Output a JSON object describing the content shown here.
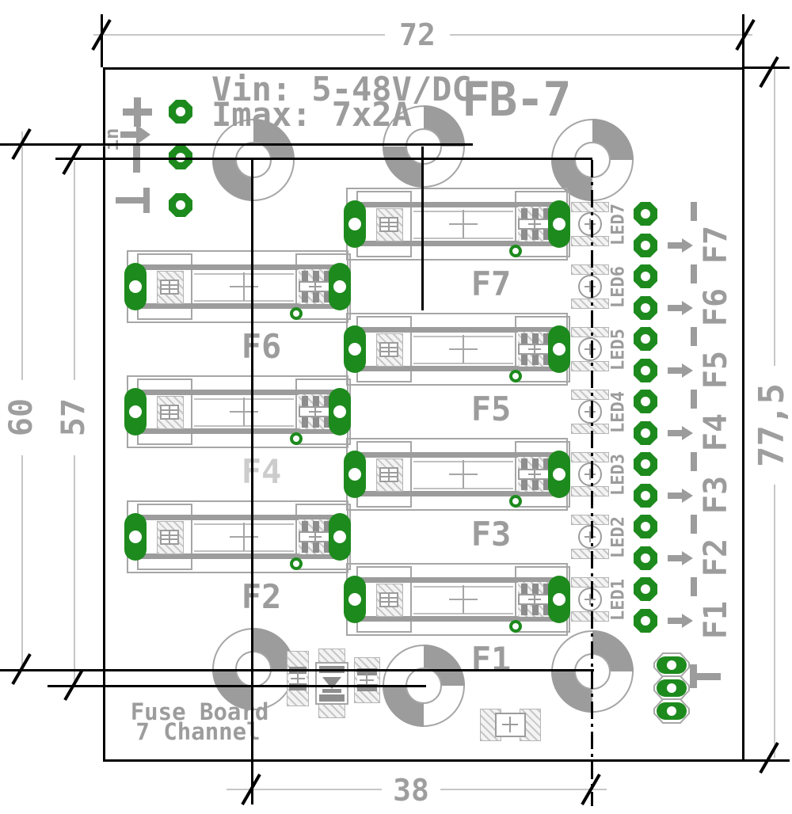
{
  "drawing_title": {
    "model": "FB-7",
    "vin": "Vin: 5-48V/DC",
    "imax": "Imax: 7x2A",
    "board_name_line1": "Fuse Board",
    "board_name_line2": "7 Channel"
  },
  "dimensions": {
    "board_width": "72",
    "hole_span": "38",
    "left_outer": "60",
    "left_inner": "57",
    "board_height": "77,5"
  },
  "input_block": {
    "label": "in",
    "pins": [
      "+",
      "-",
      "⊥"
    ]
  },
  "output_block": {
    "ground": "⊥"
  },
  "channels": [
    {
      "fuse": "F7",
      "led": "LED7",
      "output": "F7",
      "faint": false
    },
    {
      "fuse": "F6",
      "led": "LED6",
      "output": "F6",
      "faint": false
    },
    {
      "fuse": "F5",
      "led": "LED5",
      "output": "F5",
      "faint": false
    },
    {
      "fuse": "F4",
      "led": "LED4",
      "output": "F4",
      "faint": true
    },
    {
      "fuse": "F3",
      "led": "LED3",
      "output": "F3",
      "faint": false
    },
    {
      "fuse": "F2",
      "led": "LED2",
      "output": "F2",
      "faint": false
    },
    {
      "fuse": "F1",
      "led": "LED1",
      "output": "F1",
      "faint": false
    }
  ],
  "colors": {
    "pad_green": "#1d8a1d",
    "silkscreen_gray": "#9c9c9c",
    "dimension_gray": "#9e9e9e",
    "outline_black": "#000000"
  }
}
